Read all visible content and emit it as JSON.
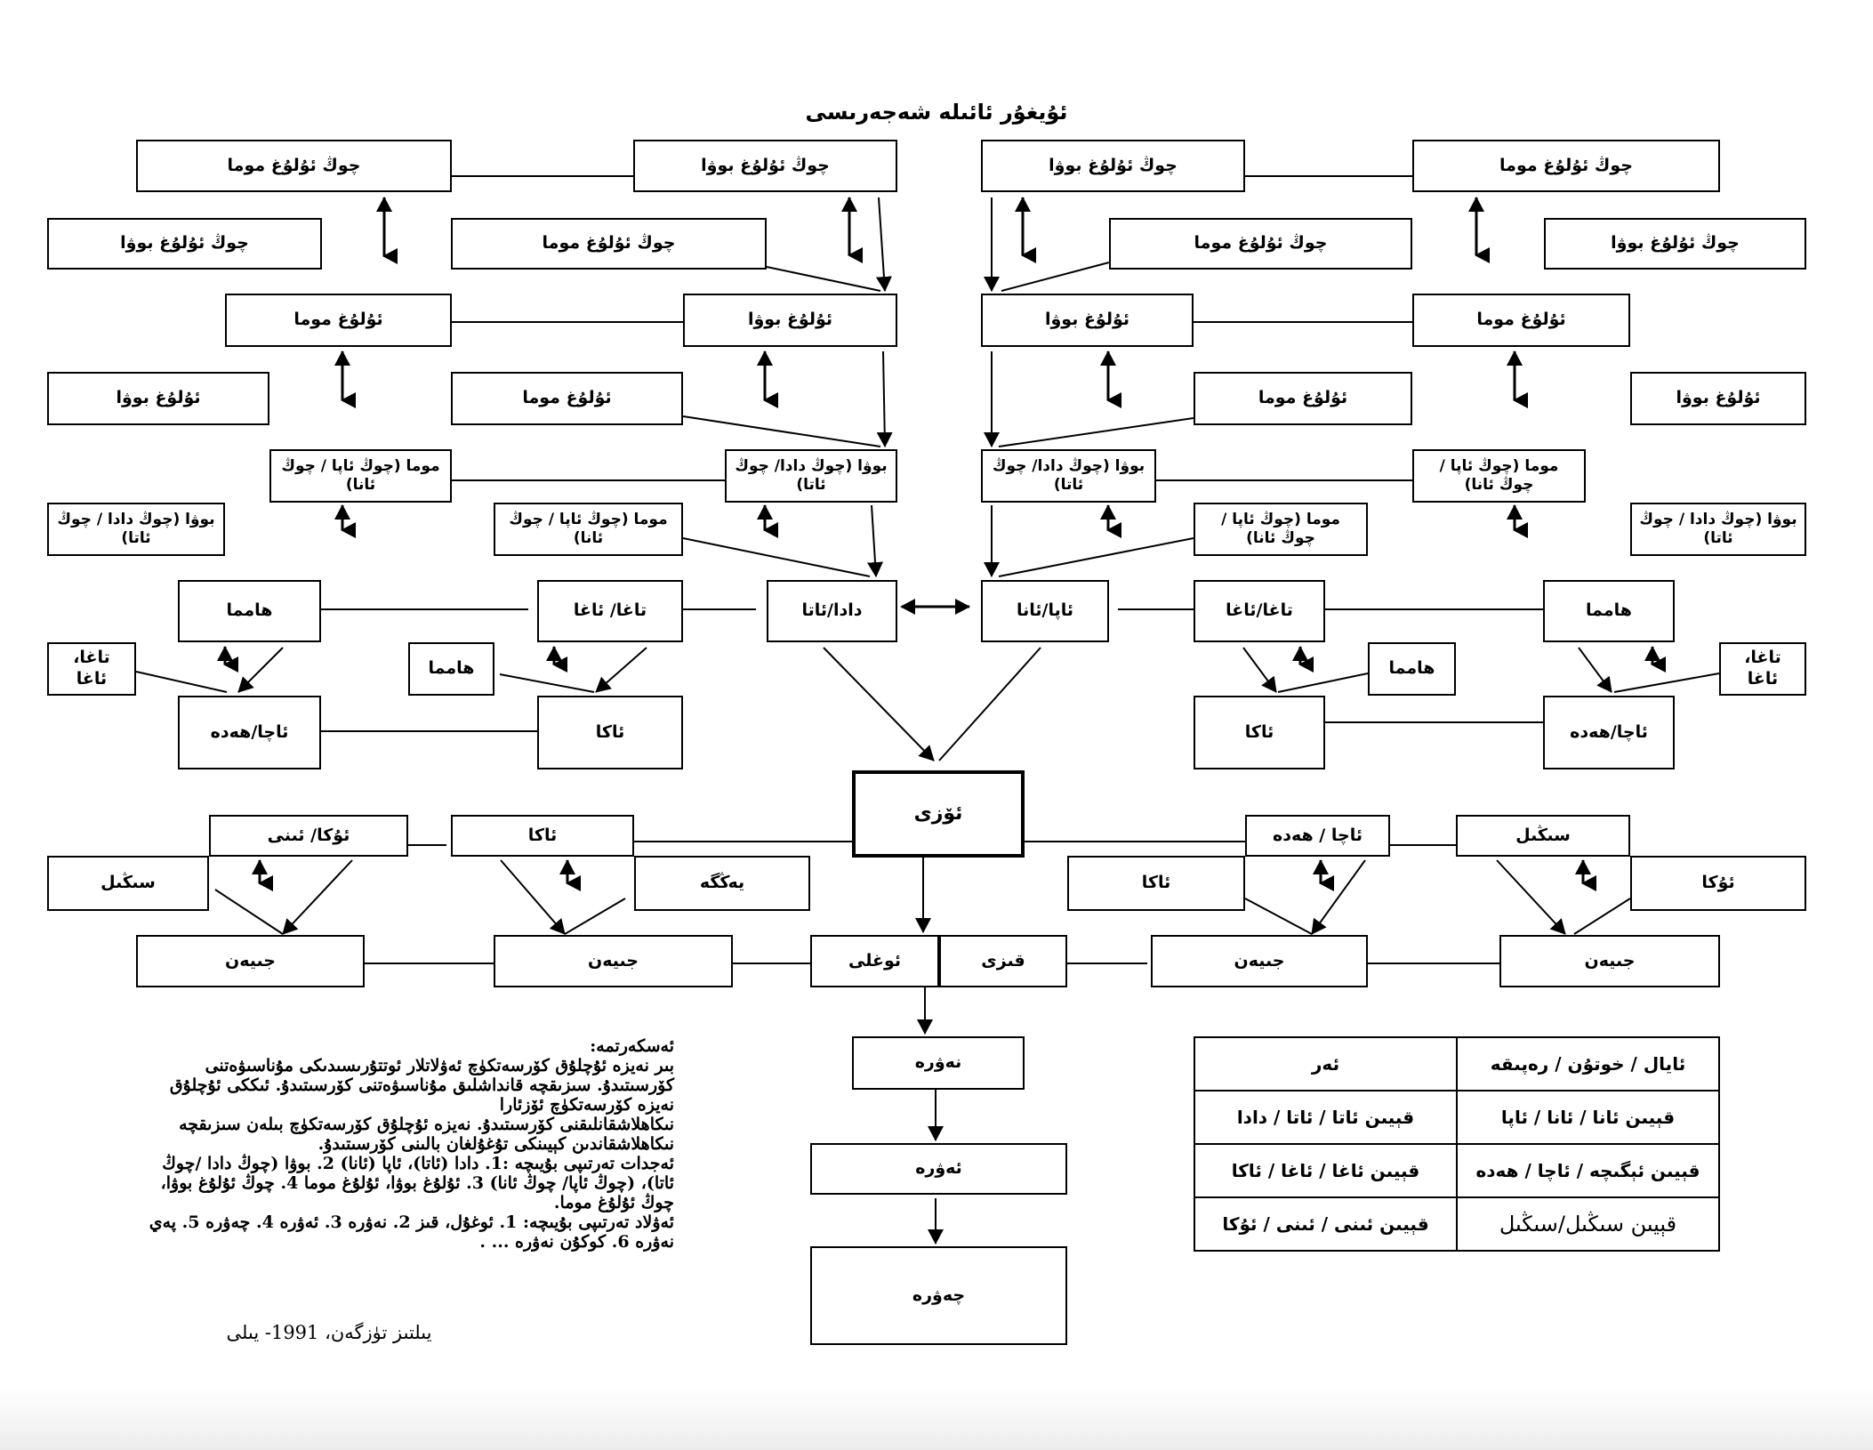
{
  "title": "ئۇيغۇر ئائىلە شەجەرىسى",
  "boxes": {
    "r1_left_moma": "چوڭ ئۇلۇغ موما",
    "r1_left_bova": "چوڭ ئۇلۇغ بوۋا",
    "r1_right_bova": "چوڭ ئۇلۇغ بوۋا",
    "r1_right_moma": "چوڭ ئۇلۇغ موما",
    "r2_far_left_bova": "چوڭ ئۇلۇغ بوۋا",
    "r2_mid_left_moma": "چوڭ ئۇلۇغ موما",
    "r2_mid_right_moma": "چوڭ ئۇلۇغ موما",
    "r2_far_right_bova": "چوڭ ئۇلۇغ بوۋا",
    "r3_left_moma": "ئۇلۇغ موما",
    "r3_left_bova": "ئۇلۇغ بوۋا",
    "r3_right_bova": "ئۇلۇغ بوۋا",
    "r3_right_moma": "ئۇلۇغ موما",
    "r4_far_left_bova": "ئۇلۇغ بوۋا",
    "r4_mid_left_moma": "ئۇلۇغ موما",
    "r4_mid_right_moma": "ئۇلۇغ موما",
    "r4_far_right_bova": "ئۇلۇغ بوۋا",
    "r5_left_moma": "موما (چوڭ ئاپا / چوڭ ئانا)",
    "r5_left_bova": "بوۋا (چوڭ دادا/ چوڭ ئاتا)",
    "r5_right_bova": "بوۋا (چوڭ دادا/ چوڭ ئاتا)",
    "r5_right_moma": "موما (چوڭ ئاپا / چوڭ ئانا)",
    "r6_far_left_bova": "بوۋا (چوڭ دادا / چوڭ ئاتا)",
    "r6_mid_left_moma": "موما (چوڭ ئاپا / چوڭ ئانا)",
    "r6_mid_right_moma": "موما (چوڭ ئاپا / چوڭ ئانا)",
    "r6_far_right_bova": "بوۋا (چوڭ دادا / چوڭ ئاتا)",
    "left_hamma": "هامما",
    "left_tagha": "تاغا/ ئاغا",
    "father": "دادا/ئاتا",
    "mother": "ئاپا/ئانا",
    "right_tagha": "تاغا/ئاغا",
    "right_hamma": "هامما",
    "left_small_tagha": "تاغا، ئاغا",
    "left_small_hamma": "هامما",
    "right_small_hamma": "هامما",
    "right_small_tagha": "تاغا، ئاغا",
    "left_acha_hede": "ئاچا/هەدە",
    "left_aka": "ئاكا",
    "right_aka": "ئاكا",
    "right_acha_hede": "ئاچا/هەدە",
    "self": "ئۆزى",
    "uka_ini": "ئۇكا/ ئىنى",
    "sib_aka": "ئاكا",
    "sib_acha_hede": "ئاچا / هەدە",
    "sib_singil": "سىڭىل",
    "singil_spouse_left": "سىڭىل",
    "yenge": "يەڭگە",
    "aka_spouse_right": "ئاكا",
    "uka_right": "ئۇكا",
    "jiyen_1": "جىيەن",
    "jiyen_2": "جىيەن",
    "oghli": "ئوغلى",
    "qizi": "قىزى",
    "jiyen_3": "جىيەن",
    "jiyen_4": "جىيەن",
    "newre": "نەۋرە",
    "ewre": "ئەۋرە",
    "chewre": "چەۋرە"
  },
  "notes": {
    "heading": "ئەسكەرتمە:",
    "lines": [
      "بىر نەيزە ئۇچلۇق كۆرسەتكۈچ ئەۋلاتلار ئوتتۇرىسىدىكى مۇناسىۋەتنى كۆرسىتىدۇ. سىزىقچە قانداشلىق مۇناسىۋەتنى كۆرسىتىدۇ. ئىككى ئۇچلۇق نەيزە كۆرسەتكۈچ ئۆزئارا",
      "نىكاھلاشقانلىقنى كۆرسىتىدۇ. نەيزە ئۇچلۇق كۆرسەتكۈچ بىلەن سىزىقچە نىكاھلاشقاندىن كېيىنكى تۇغۇلغان بالىنى كۆرسىتىدۇ.",
      "ئەجدات تەرتىپى بۇيىچە :1. دادا (ئاتا)، ئاپا (ئانا) 2. بوۋا (چوڭ دادا /چوڭ ئاتا)، (چوڭ ئاپا/ چوڭ ئانا) 3. ئۇلۇغ بوۋا، ئۇلۇغ موما 4. چوڭ ئۇلۇغ بوۋا، چوڭ ئۇلۇغ موما.",
      "ئەۋلاد تەرتىپى بۇيىچە: 1. ئوغۇل، قىز 2. نەۋرە 3. ئەۋرە 4. چەۋرە 5. پەي نەۋرە 6. كوكۇن نەۋرە ... ."
    ],
    "signature": "يىلتىز تۈزگەن، 1991- يىلى"
  },
  "legend_table": {
    "header": [
      "ئايال / خوتۇن / رەپىقە",
      "ئەر"
    ],
    "rows": [
      [
        "قېيىن ئانا / ئانا / ئاپا",
        "قېيىن ئاتا / ئاتا / دادا"
      ],
      [
        "قېيىن ئېگىچە / ئاچا / هەدە",
        "قېيىن ئاغا / ئاغا / ئاكا"
      ],
      [
        "قېيىن سىڭىل/سىڭىل",
        "قېيىن ئىنى / ئىنى / ئۇكا"
      ]
    ]
  }
}
